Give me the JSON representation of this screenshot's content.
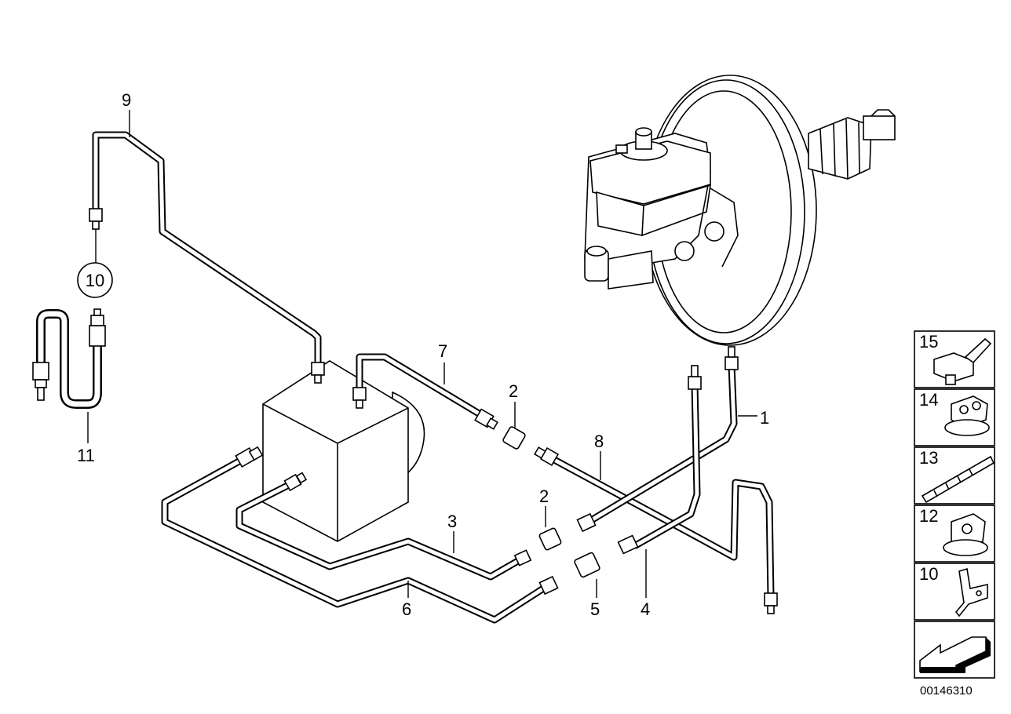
{
  "diagram": {
    "callouts": {
      "c1": "1",
      "c2a": "2",
      "c2b": "2",
      "c3": "3",
      "c4": "4",
      "c5": "5",
      "c6": "6",
      "c7": "7",
      "c8": "8",
      "c9": "9",
      "c10": "10",
      "c11": "11"
    },
    "side_panel": {
      "items": [
        {
          "label": "15",
          "part": "bracket-clip-icon"
        },
        {
          "label": "14",
          "part": "double-pipe-clip-icon"
        },
        {
          "label": "13",
          "part": "cable-strap-icon"
        },
        {
          "label": "12",
          "part": "single-pipe-clip-icon"
        },
        {
          "label": "10",
          "part": "mounting-bracket-icon"
        }
      ],
      "nav_icon": "arrow-left-icon"
    },
    "doc_number": "00146310"
  }
}
